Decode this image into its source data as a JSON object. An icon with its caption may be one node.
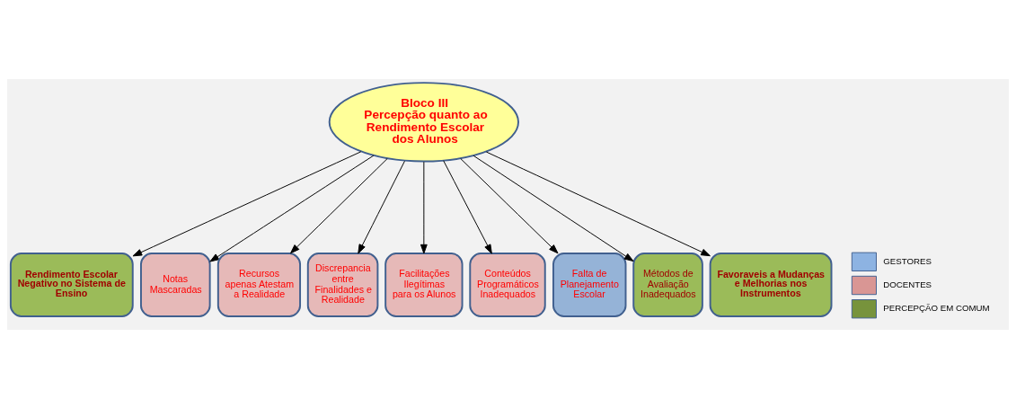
{
  "diagram": {
    "nodes": [
      {
        "text": [
          "Bloco III",
          "Percepção quanto ao Rendimento Escolar dos Alunos"
        ]
      },
      {
        "text": [
          "Rendimento Escolar Negativo no Sistema de Ensino"
        ]
      },
      {
        "text": [
          "Notas  Mascaradas"
        ]
      },
      {
        "text": [
          "Recursos apenas Atestam a Realidade"
        ]
      },
      {
        "text": [
          "Discrepancia entre Finalidades e Realidade"
        ]
      },
      {
        "text": [
          "Facilitações Ilegítimas para os Alunos"
        ]
      },
      {
        "text": [
          "Conteúdos Programáticos Inadequados"
        ]
      },
      {
        "text": [
          "Falta de Planejamento Escolar"
        ]
      },
      {
        "text": [
          "Métodos de Avaliação Inadequados"
        ]
      },
      {
        "text": [
          "Favoraveis a Mudanças e Melhorias nos Instrumentos"
        ]
      }
    ],
    "edges": [
      {
        "from": 0,
        "to": 1,
        "arrow": "to"
      },
      {
        "from": 0,
        "to": 2,
        "arrow": "to"
      },
      {
        "from": 0,
        "to": 3,
        "arrow": "to"
      },
      {
        "from": 0,
        "to": 4,
        "arrow": "to"
      },
      {
        "from": 0,
        "to": 5,
        "arrow": "to"
      },
      {
        "from": 0,
        "to": 6,
        "arrow": "to"
      },
      {
        "from": 0,
        "to": 7,
        "arrow": "to"
      },
      {
        "from": 0,
        "to": 8,
        "arrow": "to"
      },
      {
        "from": 0,
        "to": 9,
        "arrow": "to"
      }
    ],
    "legend": [
      {
        "text": "GESTORES",
        "color": "#8db3e2"
      },
      {
        "text": "DOCENTES",
        "color": "#d99694"
      },
      {
        "text": "PERCEPÇÃO EM COMUM",
        "color": "#77933c"
      }
    ]
  }
}
